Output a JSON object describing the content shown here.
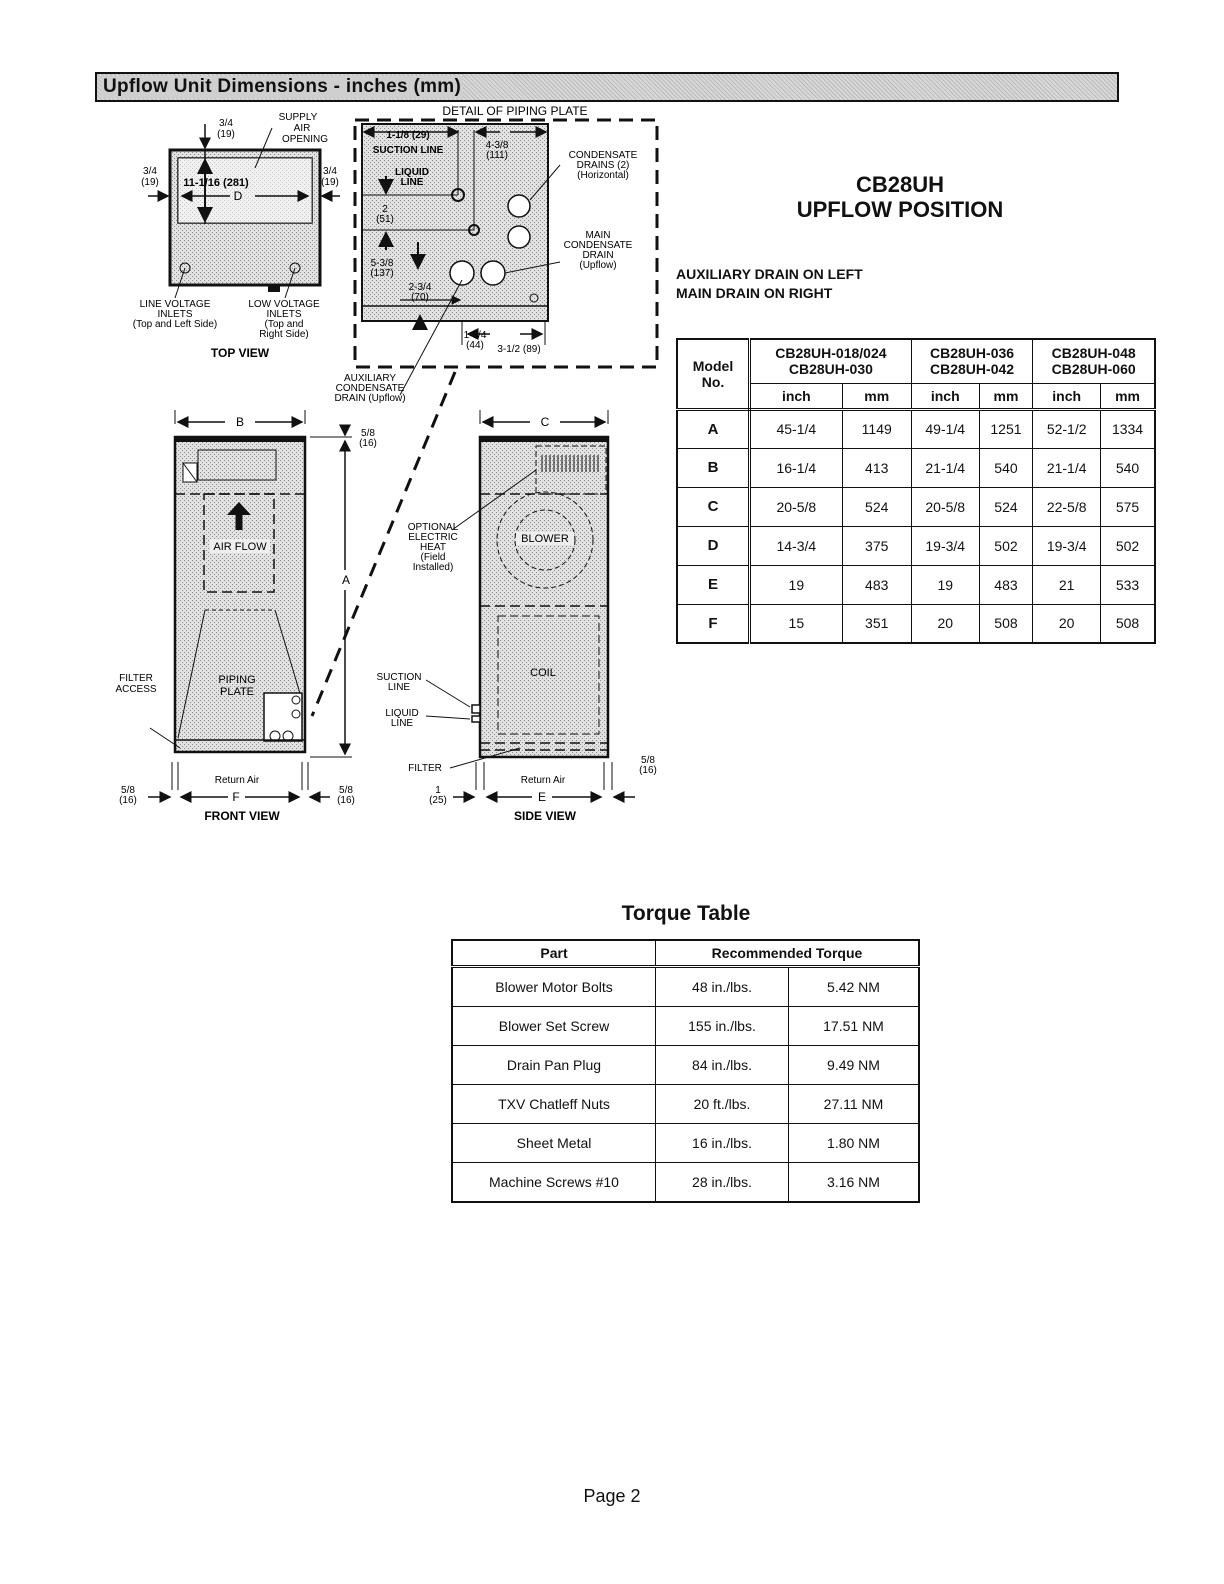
{
  "banner": {
    "title": "Upflow Unit Dimensions - inches (mm)"
  },
  "model": {
    "line1": "CB28UH",
    "line2": "UPFLOW POSITION"
  },
  "drain_notes": {
    "line1": "AUXILIARY DRAIN ON LEFT",
    "line2": "MAIN DRAIN ON RIGHT"
  },
  "top_view": {
    "caption": "TOP VIEW",
    "supply": [
      "SUPPLY",
      "AIR",
      "OPENING"
    ],
    "top_margin": [
      "3/4",
      "(19)"
    ],
    "left_margin": [
      "3/4",
      "(19)"
    ],
    "right_margin": [
      "3/4",
      "(19)"
    ],
    "depth": "11-1/16 (281)",
    "d_label": "D",
    "line_voltage": [
      "LINE VOLTAGE",
      "INLETS",
      "(Top and Left Side)"
    ],
    "low_voltage": [
      "LOW VOLTAGE",
      "INLETS",
      "(Top and",
      "Right Side)"
    ]
  },
  "piping_detail": {
    "title": "DETAIL OF PIPING PLATE",
    "d1": "1-1/8 (29)",
    "suction": "SUCTION LINE",
    "d2": [
      "4-3/8",
      "(111)"
    ],
    "liquid": [
      "LIQUID",
      "LINE"
    ],
    "d3": [
      "2",
      "(51)"
    ],
    "d4": [
      "5-3/8",
      "(137)"
    ],
    "d5": [
      "2-3/4",
      "(70)"
    ],
    "d6": [
      "1-3/4",
      "(44)"
    ],
    "d7": "3-1/2 (89)",
    "cond_drains": [
      "CONDENSATE",
      "DRAINS (2)",
      "(Horizontal)"
    ],
    "main_drain": [
      "MAIN",
      "CONDENSATE",
      "DRAIN",
      "(Upflow)"
    ],
    "aux_drain": [
      "AUXILIARY",
      "CONDENSATE",
      "DRAIN (Upflow)"
    ]
  },
  "front_view": {
    "caption": "FRONT VIEW",
    "b_label": "B",
    "a_label": "A",
    "f_label": "F",
    "top_gap": [
      "5/8",
      "(16)"
    ],
    "left_gap": [
      "5/8",
      "(16)"
    ],
    "right_gap": [
      "5/8",
      "(16)"
    ],
    "air_flow": "AIR FLOW",
    "piping_plate": [
      "PIPING",
      "PLATE"
    ],
    "filter_access": [
      "FILTER",
      "ACCESS"
    ],
    "return_air": "Return Air"
  },
  "side_view": {
    "caption": "SIDE VIEW",
    "c_label": "C",
    "e_label": "E",
    "heat": [
      "OPTIONAL",
      "ELECTRIC",
      "HEAT",
      "(Field",
      "Installed)"
    ],
    "blower": "BLOWER",
    "coil": "COIL",
    "suction": [
      "SUCTION",
      "LINE"
    ],
    "liquid": [
      "LIQUID",
      "LINE"
    ],
    "filter": "FILTER",
    "left_gap": [
      "1",
      "(25)"
    ],
    "right_gap": [
      "5/8",
      "(16)"
    ],
    "return_air": "Return Air"
  },
  "dim_table": {
    "model_header": [
      "Model",
      "No."
    ],
    "groups": [
      [
        "CB28UH-018/024",
        "CB28UH-030"
      ],
      [
        "CB28UH-036",
        "CB28UH-042"
      ],
      [
        "CB28UH-048",
        "CB28UH-060"
      ]
    ],
    "units": [
      "inch",
      "mm",
      "inch",
      "mm",
      "inch",
      "mm"
    ],
    "rows": [
      [
        "A",
        "45-1/4",
        "1149",
        "49-1/4",
        "1251",
        "52-1/2",
        "1334"
      ],
      [
        "B",
        "16-1/4",
        "413",
        "21-1/4",
        "540",
        "21-1/4",
        "540"
      ],
      [
        "C",
        "20-5/8",
        "524",
        "20-5/8",
        "524",
        "22-5/8",
        "575"
      ],
      [
        "D",
        "14-3/4",
        "375",
        "19-3/4",
        "502",
        "19-3/4",
        "502"
      ],
      [
        "E",
        "19",
        "483",
        "19",
        "483",
        "21",
        "533"
      ],
      [
        "F",
        "15",
        "351",
        "20",
        "508",
        "20",
        "508"
      ]
    ]
  },
  "torque": {
    "title": "Torque Table",
    "headers": [
      "Part",
      "Recommended Torque"
    ],
    "rows": [
      [
        "Blower Motor Bolts",
        "48 in./lbs.",
        "5.42 NM"
      ],
      [
        "Blower Set Screw",
        "155 in./lbs.",
        "17.51 NM"
      ],
      [
        "Drain Pan Plug",
        "84 in./lbs.",
        "9.49 NM"
      ],
      [
        "TXV Chatleff Nuts",
        "20 ft./lbs.",
        "27.11 NM"
      ],
      [
        "Sheet Metal",
        "16 in./lbs.",
        "1.80 NM"
      ],
      [
        "Machine Screws #10",
        "28 in./lbs.",
        "3.16 NM"
      ]
    ]
  },
  "page": {
    "number": "Page 2"
  }
}
